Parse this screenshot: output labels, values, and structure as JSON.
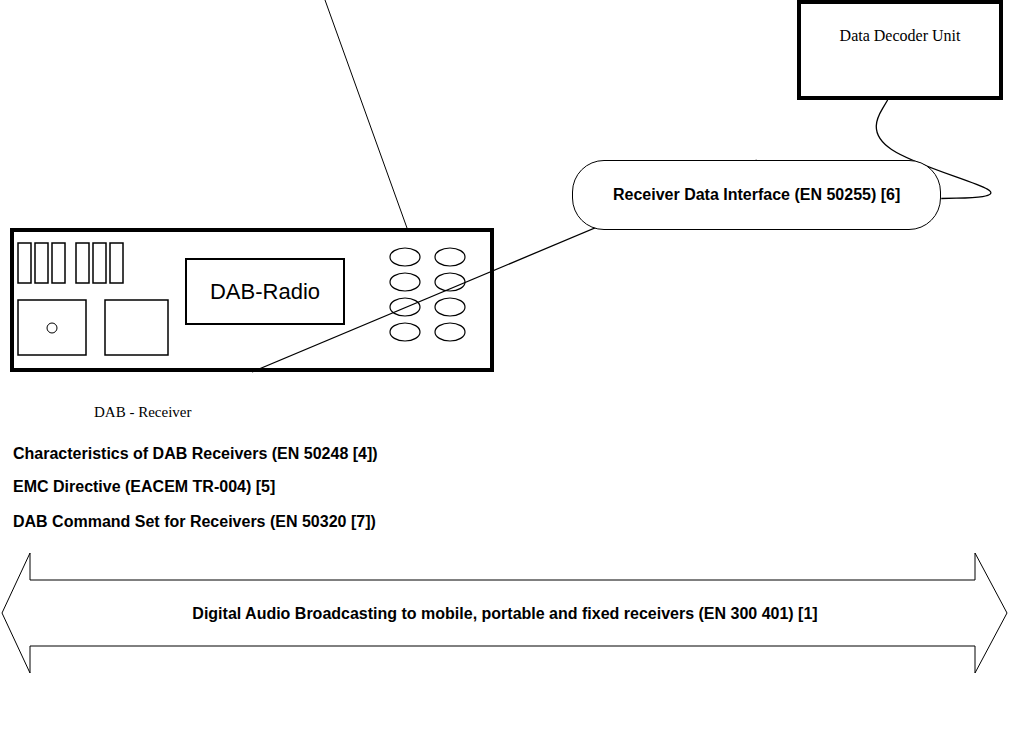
{
  "diagram": {
    "nodes": [
      {
        "text": [
          "Data Decoder Unit"
        ]
      },
      {
        "text": [
          "Receiver Data Interface (EN 50255) [6]"
        ]
      },
      {
        "text": [
          "DAB - Receiver"
        ]
      },
      {
        "text": [
          "DAB-Radio"
        ],
        "in": 2
      },
      {
        "text": [
          "Digital Audio Broadcasting to mobile, portable and fixed receivers (EN 300 401) [1]"
        ]
      }
    ],
    "edges": [
      {
        "from": 2,
        "to": 1,
        "arrow": "none"
      },
      {
        "from": 1,
        "to": 0,
        "arrow": "none"
      }
    ],
    "labels": [
      "Characteristics of DAB Receivers (EN 50248 [4])",
      "EMC Directive (EACEM TR-004) [5]",
      "DAB Command Set for Receivers (EN 50320 [7])"
    ]
  }
}
